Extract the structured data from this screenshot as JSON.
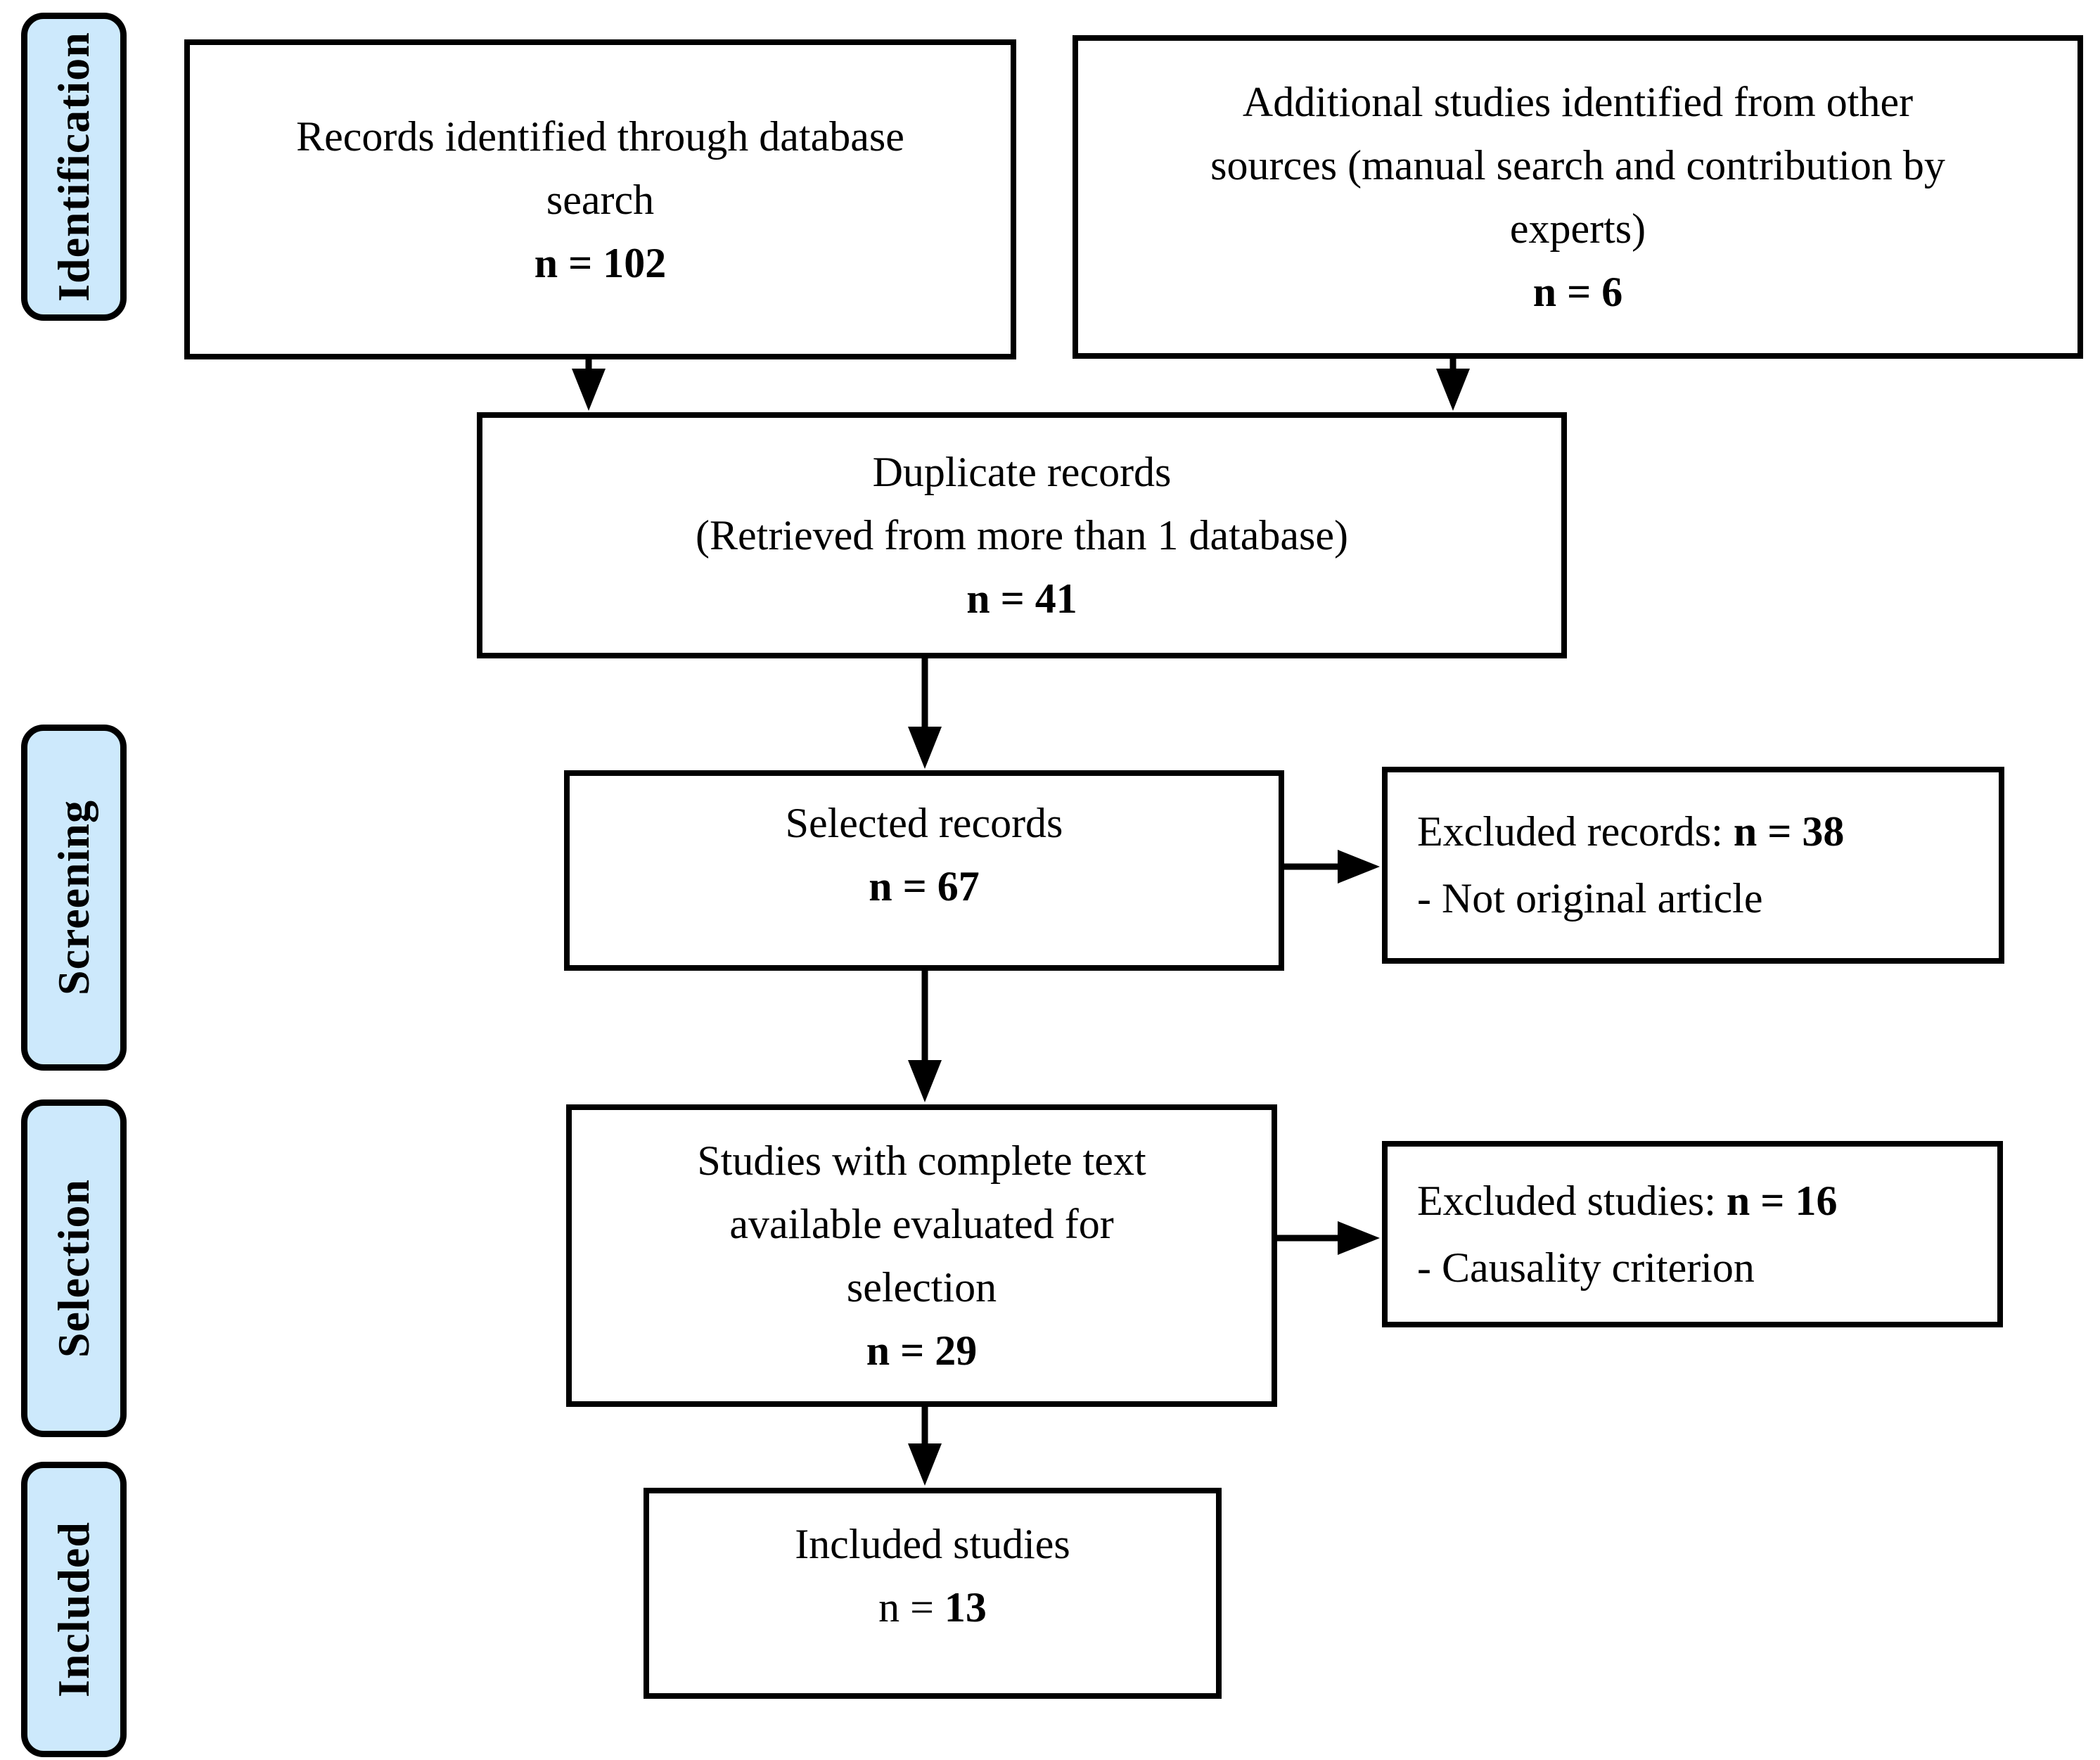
{
  "diagram_type": "study-selection-flowchart",
  "stages": [
    {
      "id": "identification",
      "label": "Identification"
    },
    {
      "id": "screening",
      "label": "Screening"
    },
    {
      "id": "selection",
      "label": "Selection"
    },
    {
      "id": "included",
      "label": "Included"
    }
  ],
  "boxes": {
    "records_identified": {
      "lines": [
        "Records identified through database",
        "search"
      ],
      "count": "n = 102"
    },
    "additional_studies": {
      "lines": [
        "Additional studies identified from other",
        "sources (manual search and contribution by",
        "experts)"
      ],
      "count": "n = 6"
    },
    "duplicate_records": {
      "lines": [
        "Duplicate records",
        "(Retrieved from more than 1 database)"
      ],
      "count": "n = 41"
    },
    "selected_records": {
      "lines": [
        "Selected records"
      ],
      "count": "n = 67"
    },
    "excluded_records": {
      "label": "Excluded records: ",
      "count": "n = 38",
      "reason": "- Not original article"
    },
    "full_text_evaluated": {
      "lines": [
        "Studies with complete text",
        "available evaluated for",
        "selection"
      ],
      "count": "n = 29"
    },
    "excluded_studies": {
      "label": "Excluded studies: ",
      "count": "n = 16",
      "reason": "- Causality criterion"
    },
    "included_studies": {
      "lines": [
        "Included studies"
      ],
      "count_prefix": "n = ",
      "count_value": "13"
    }
  },
  "connections": [
    {
      "from": "records_identified",
      "to": "duplicate_records"
    },
    {
      "from": "additional_studies",
      "to": "duplicate_records"
    },
    {
      "from": "duplicate_records",
      "to": "selected_records"
    },
    {
      "from": "selected_records",
      "to": "excluded_records"
    },
    {
      "from": "selected_records",
      "to": "full_text_evaluated"
    },
    {
      "from": "full_text_evaluated",
      "to": "excluded_studies"
    },
    {
      "from": "full_text_evaluated",
      "to": "included_studies"
    }
  ],
  "colors": {
    "stage_fill": "#CDE9FC",
    "ink": "#000000",
    "box_fill": "#FFFFFF",
    "background": "#FFFFFF"
  }
}
